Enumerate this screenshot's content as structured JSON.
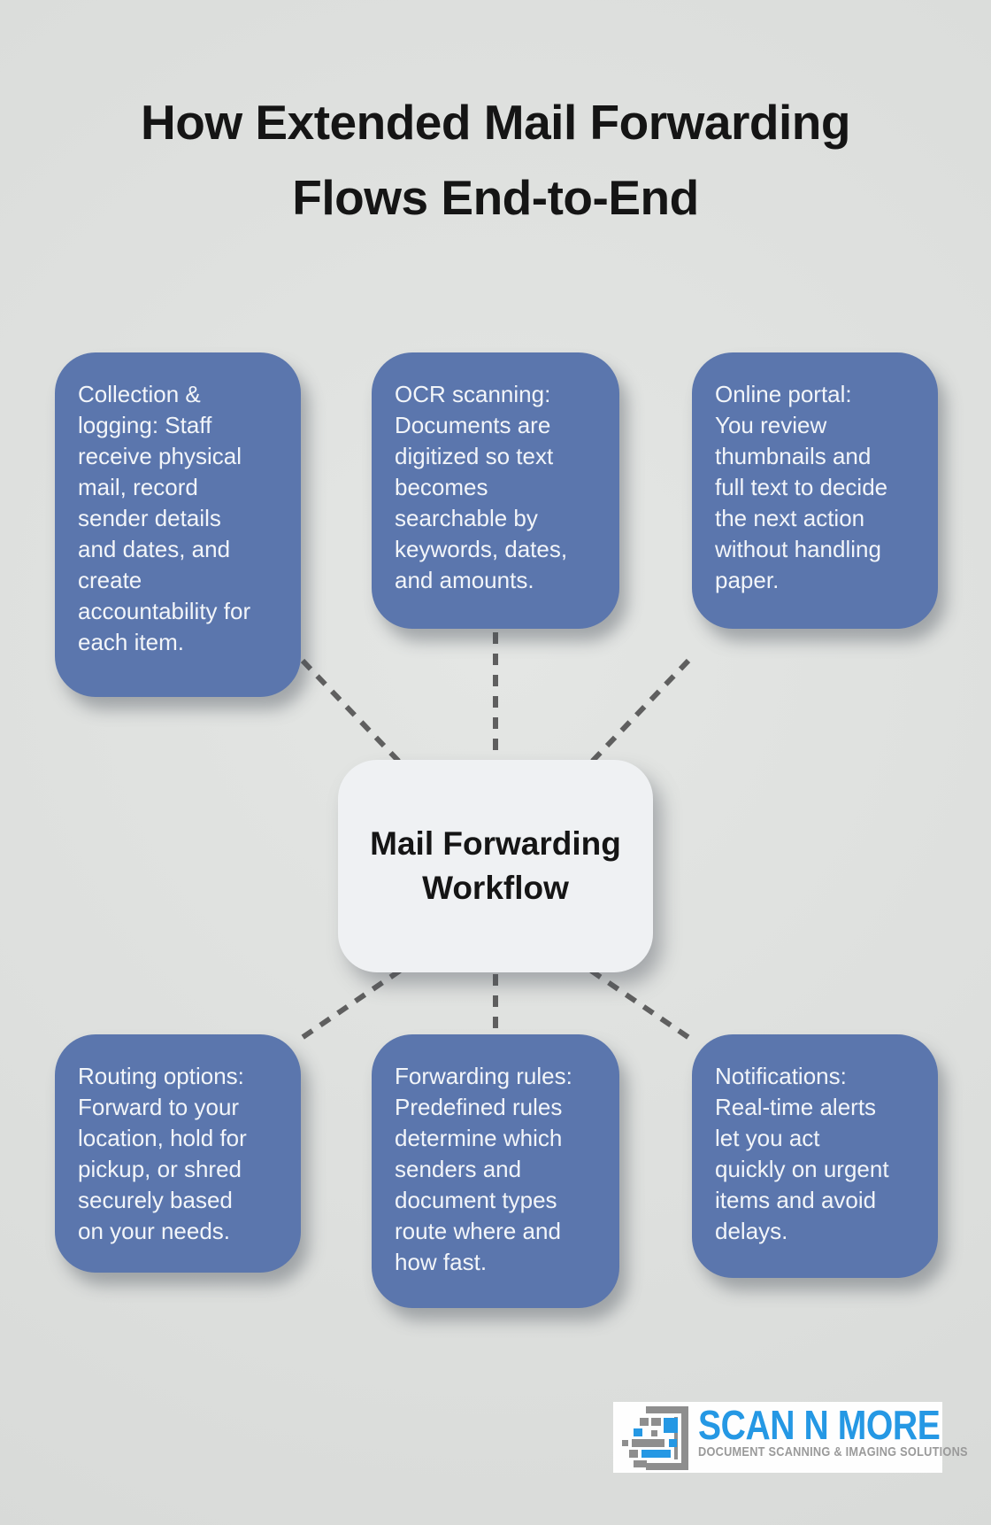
{
  "title": {
    "line1": "How Extended Mail Forwarding",
    "line2": "Flows End-to-End"
  },
  "center": {
    "label": [
      "Mail Forwarding",
      "Workflow"
    ]
  },
  "nodes": [
    {
      "id": "collection-logging",
      "lines": [
        "Collection &",
        "logging: Staff",
        "receive physical",
        "mail, record",
        "sender details",
        "and dates, and",
        "create",
        "accountability for",
        "each item."
      ]
    },
    {
      "id": "ocr-scanning",
      "lines": [
        "OCR scanning:",
        "Documents are",
        "digitized so text",
        "becomes",
        "searchable by",
        "keywords, dates,",
        "and amounts."
      ]
    },
    {
      "id": "online-portal",
      "lines": [
        "Online portal:",
        "You review",
        "thumbnails and",
        "full text to decide",
        "the next action",
        "without handling",
        "paper."
      ]
    },
    {
      "id": "routing-options",
      "lines": [
        "Routing options:",
        "Forward to your",
        "location, hold for",
        "pickup, or shred",
        "securely based",
        "on your needs."
      ]
    },
    {
      "id": "forwarding-rules",
      "lines": [
        "Forwarding rules:",
        "Predefined rules",
        "determine which",
        "senders and",
        "document types",
        "route where and",
        "how fast."
      ]
    },
    {
      "id": "notifications",
      "lines": [
        "Notifications:",
        "Real-time alerts",
        "let you act",
        "quickly on urgent",
        "items and avoid",
        "delays."
      ]
    }
  ],
  "logo": {
    "wordmark": "SCAN N MORE",
    "tagline": "DOCUMENT SCANNING & IMAGING SOLUTIONS"
  },
  "colors": {
    "background": "#dcdedc",
    "node_bg": "#5b76ad",
    "node_text": "#f2f5f9",
    "center_bg": "#eff1f3",
    "center_text": "#151515",
    "title_text": "#151515",
    "connector": "#5f5f5f",
    "logo_blue": "#2598e4",
    "logo_gray": "#9a9a9a"
  }
}
